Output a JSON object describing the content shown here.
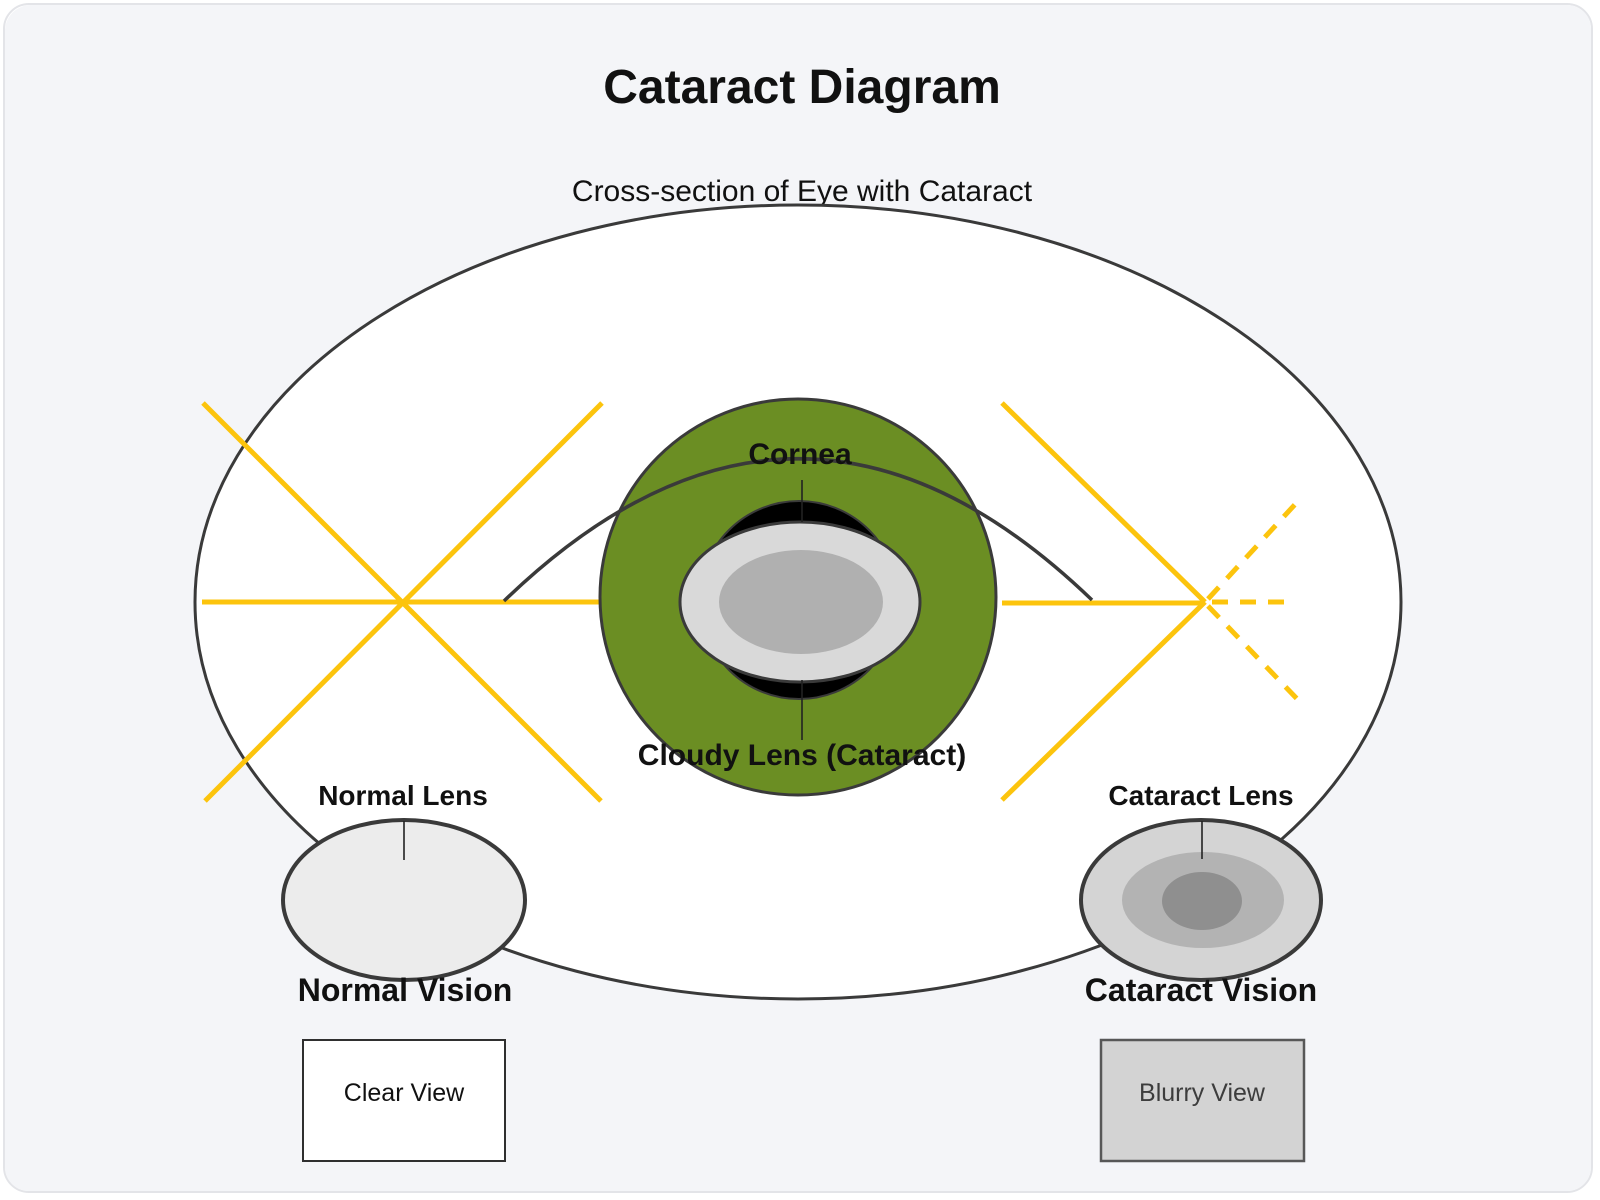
{
  "page": {
    "title": "Cataract Diagram",
    "subtitle": "Cross-section of Eye with Cataract"
  },
  "eye": {
    "cornea_label": "Cornea",
    "cloudy_lens_label": "Cloudy Lens (Cataract)"
  },
  "normal": {
    "lens_label": "Normal Lens",
    "vision_label": "Normal Vision",
    "box_label": "Clear View"
  },
  "cataract": {
    "lens_label": "Cataract Lens",
    "vision_label": "Cataract Vision",
    "box_label": "Blurry View"
  },
  "colors": {
    "background": "#f4f5f8",
    "eye_fill": "#ffffff",
    "outline": "#3a3a3a",
    "ray_yellow": "#fcc40d",
    "iris_green": "#6b8e23",
    "pupil_black": "#000000",
    "lens_outer": "#d9d9d9",
    "lens_inner": "#b0b0b0",
    "normal_lens_fill": "#ececec",
    "cataract_lens_outer": "#d4d4d4",
    "cataract_lens_mid": "#b3b3b3",
    "cataract_lens_inner": "#8f8f8f",
    "clear_box_fill": "#ffffff",
    "blurry_box_fill": "#d3d3d3"
  }
}
